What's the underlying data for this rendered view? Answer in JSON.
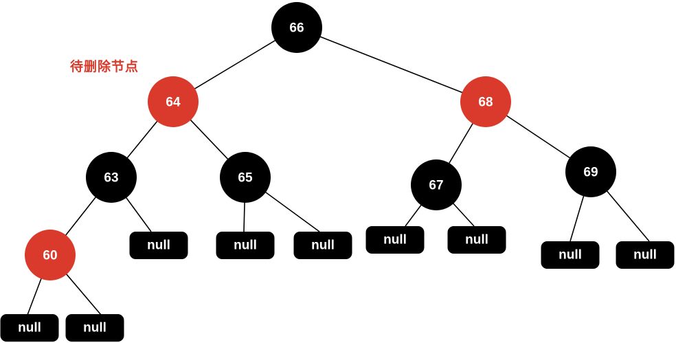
{
  "annotation": {
    "text": "待删除节点",
    "color": "#d93a2b"
  },
  "colors": {
    "red": "#d93a2b",
    "black": "#000000"
  },
  "nodes": [
    {
      "id": "n66",
      "label": "66",
      "color": "black"
    },
    {
      "id": "n64",
      "label": "64",
      "color": "red"
    },
    {
      "id": "n68",
      "label": "68",
      "color": "red"
    },
    {
      "id": "n63",
      "label": "63",
      "color": "black"
    },
    {
      "id": "n65",
      "label": "65",
      "color": "black"
    },
    {
      "id": "n67",
      "label": "67",
      "color": "black"
    },
    {
      "id": "n69",
      "label": "69",
      "color": "black"
    },
    {
      "id": "n60",
      "label": "60",
      "color": "red"
    }
  ],
  "leaves": [
    {
      "id": "l60a",
      "label": "null"
    },
    {
      "id": "l60b",
      "label": "null"
    },
    {
      "id": "l63r",
      "label": "null"
    },
    {
      "id": "l65l",
      "label": "null"
    },
    {
      "id": "l65r",
      "label": "null"
    },
    {
      "id": "l67l",
      "label": "null"
    },
    {
      "id": "l67r",
      "label": "null"
    },
    {
      "id": "l69l",
      "label": "null"
    },
    {
      "id": "l69r",
      "label": "null"
    }
  ],
  "edges": [
    [
      "n66",
      "n64"
    ],
    [
      "n66",
      "n68"
    ],
    [
      "n64",
      "n63"
    ],
    [
      "n64",
      "n65"
    ],
    [
      "n68",
      "n67"
    ],
    [
      "n68",
      "n69"
    ],
    [
      "n63",
      "n60"
    ],
    [
      "n63",
      "l63r"
    ],
    [
      "n65",
      "l65l"
    ],
    [
      "n65",
      "l65r"
    ],
    [
      "n67",
      "l67l"
    ],
    [
      "n67",
      "l67r"
    ],
    [
      "n69",
      "l69l"
    ],
    [
      "n69",
      "l69r"
    ],
    [
      "n60",
      "l60a"
    ],
    [
      "n60",
      "l60b"
    ]
  ]
}
